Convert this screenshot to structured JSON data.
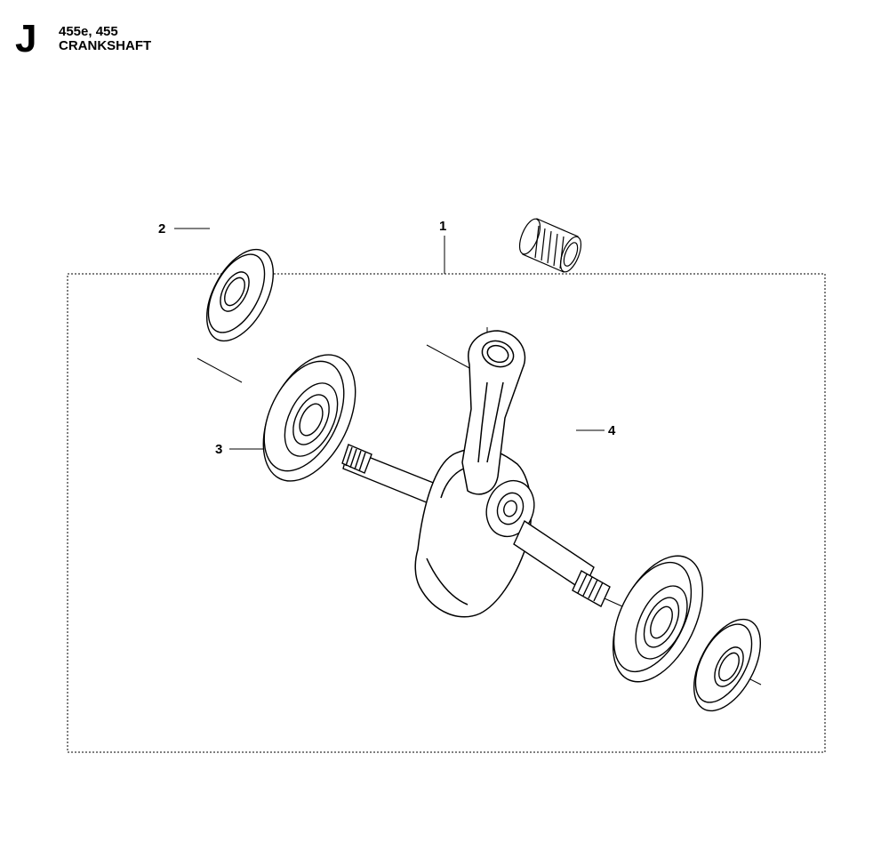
{
  "header": {
    "section_letter": "J",
    "models": "455e, 455",
    "title": "CRANKSHAFT"
  },
  "callouts": [
    {
      "label": "1"
    },
    {
      "label": "2"
    },
    {
      "label": "3"
    },
    {
      "label": "4"
    }
  ]
}
